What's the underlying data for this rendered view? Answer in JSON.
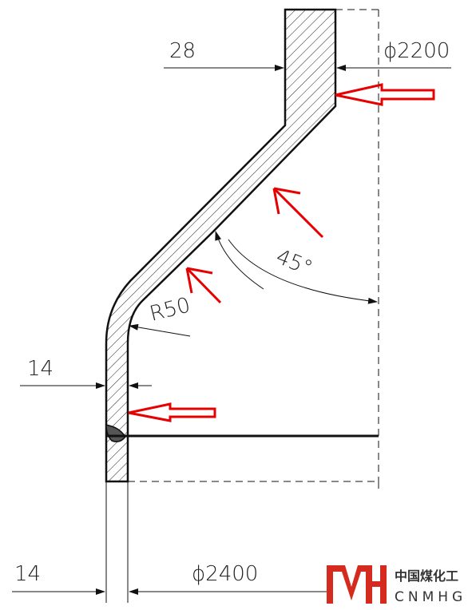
{
  "dimensions": {
    "top_thickness": "28",
    "top_diameter": "ϕ2200",
    "bottom_thickness": "14",
    "lower_thickness": "14",
    "bottom_diameter": "ϕ2400",
    "fillet_radius": "R50",
    "cone_angle": "45°"
  },
  "logo": {
    "chinese": "中国煤化工",
    "english": "CNMHG"
  },
  "colors": {
    "line": "#111111",
    "arrow": "#e60000",
    "logo_red": "#d42b1e"
  }
}
